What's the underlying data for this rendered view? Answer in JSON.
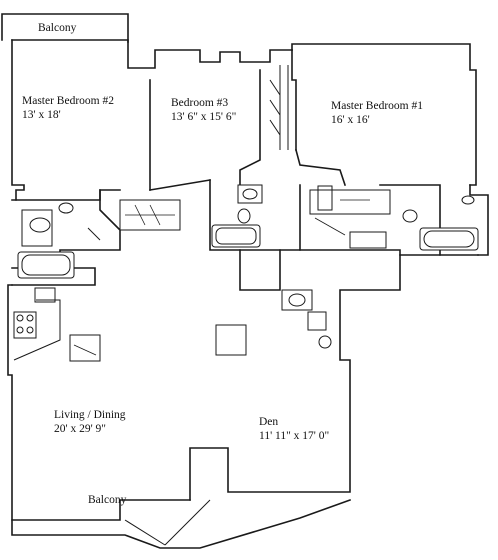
{
  "balcony_top": "Balcony",
  "balcony_bottom": "Balcony",
  "rooms": [
    {
      "id": "master2",
      "name": "Master Bedroom #2",
      "size": "13' x 18'"
    },
    {
      "id": "bed3",
      "name": "Bedroom #3",
      "size": "13' 6\" x 15' 6\""
    },
    {
      "id": "master1",
      "name": "Master Bedroom #1",
      "size": "16' x 16'"
    },
    {
      "id": "living",
      "name": "Living / Dining",
      "size": "20' x 29' 9\""
    },
    {
      "id": "den",
      "name": "Den",
      "size": "11' 11\" x 17' 0\""
    }
  ]
}
